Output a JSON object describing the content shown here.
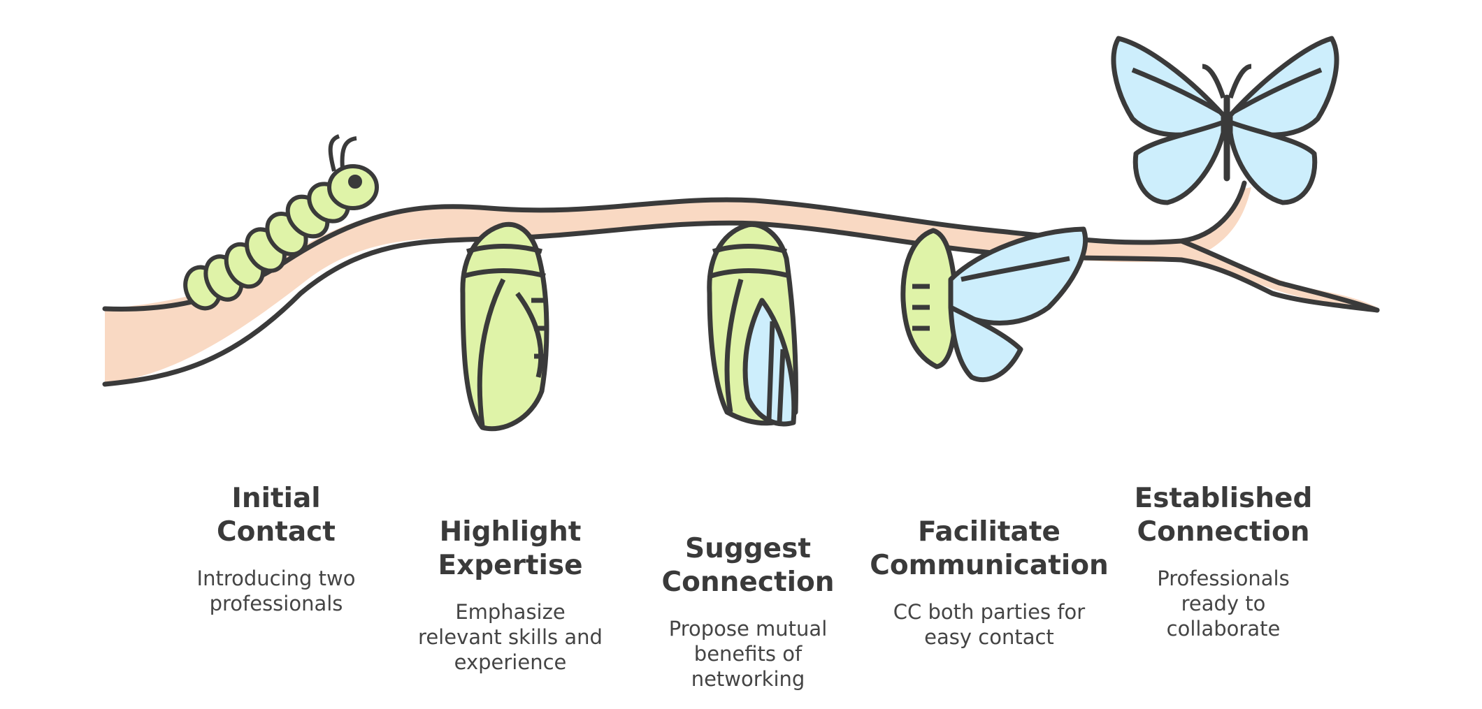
{
  "colors": {
    "ink": "#3a3a3a",
    "branch": "#f9d9c3",
    "caterpillar": "#dff3a8",
    "chrysalis": "#dff3a8",
    "wing": "#cdeefc"
  },
  "stages": [
    {
      "title": "Initial\nContact",
      "description": "Introducing two\nprofessionals",
      "icon": "caterpillar-icon"
    },
    {
      "title": "Highlight\nExpertise",
      "description": "Emphasize\nrelevant skills and\nexperience",
      "icon": "chrysalis-icon"
    },
    {
      "title": "Suggest\nConnection",
      "description": "Propose mutual\nbenefits of\nnetworking",
      "icon": "chrysalis-with-wing-icon"
    },
    {
      "title": "Facilitate\nCommunication",
      "description": "CC both parties for\neasy contact",
      "icon": "emerging-butterfly-icon"
    },
    {
      "title": "Established\nConnection",
      "description": "Professionals\nready to\ncollaborate",
      "icon": "butterfly-icon"
    }
  ]
}
